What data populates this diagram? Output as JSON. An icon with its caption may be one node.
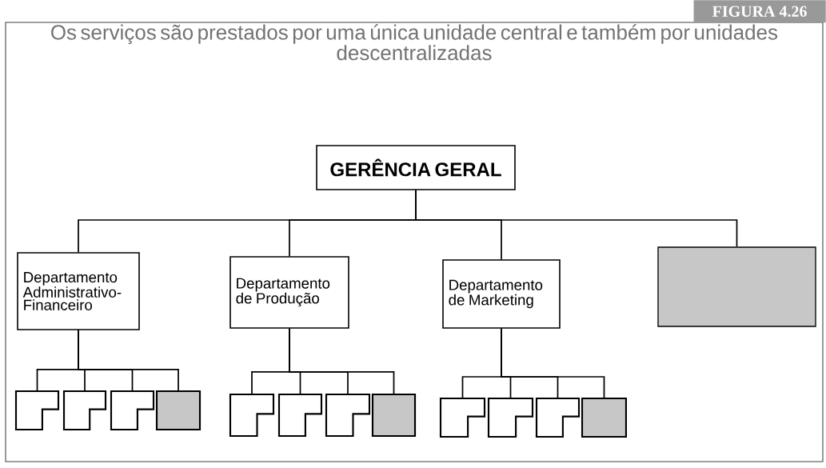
{
  "diagram": {
    "title": "Os serviços são prestados por uma única unidade central e também por unidades descentralizadas",
    "nodes": [
      {
        "text": [
          "GERÊNCIA GERAL"
        ]
      },
      {
        "text": [
          "Departamento Administrativo-Financeiro"
        ]
      },
      {
        "text": [
          "Departamento de Produção"
        ]
      },
      {
        "text": [
          "Departamento de Marketing"
        ]
      },
      {
        "text": [],
        "shape": "box"
      },
      {
        "text": [],
        "shape": "lshape"
      },
      {
        "text": [],
        "shape": "lshape"
      },
      {
        "text": [],
        "shape": "lshape"
      },
      {
        "text": [],
        "shape": "box"
      },
      {
        "text": [],
        "shape": "lshape"
      },
      {
        "text": [],
        "shape": "lshape"
      },
      {
        "text": [],
        "shape": "lshape"
      },
      {
        "text": [],
        "shape": "box"
      },
      {
        "text": [],
        "shape": "lshape"
      },
      {
        "text": [],
        "shape": "lshape"
      },
      {
        "text": [],
        "shape": "lshape"
      },
      {
        "text": [],
        "shape": "box"
      }
    ],
    "edges": [
      {
        "from": 0,
        "to": 1,
        "arrow": "none"
      },
      {
        "from": 0,
        "to": 2,
        "arrow": "none"
      },
      {
        "from": 0,
        "to": 3,
        "arrow": "none"
      },
      {
        "from": 0,
        "to": 4,
        "arrow": "none"
      },
      {
        "from": 1,
        "to": 5,
        "arrow": "none"
      },
      {
        "from": 1,
        "to": 6,
        "arrow": "none"
      },
      {
        "from": 1,
        "to": 7,
        "arrow": "none"
      },
      {
        "from": 1,
        "to": 8,
        "arrow": "none"
      },
      {
        "from": 2,
        "to": 9,
        "arrow": "none"
      },
      {
        "from": 2,
        "to": 10,
        "arrow": "none"
      },
      {
        "from": 2,
        "to": 11,
        "arrow": "none"
      },
      {
        "from": 2,
        "to": 12,
        "arrow": "none"
      },
      {
        "from": 3,
        "to": 13,
        "arrow": "none"
      },
      {
        "from": 3,
        "to": 14,
        "arrow": "none"
      },
      {
        "from": 3,
        "to": 15,
        "arrow": "none"
      },
      {
        "from": 3,
        "to": 16,
        "arrow": "none"
      }
    ],
    "labels": [
      "FIGURA 4.26"
    ]
  }
}
